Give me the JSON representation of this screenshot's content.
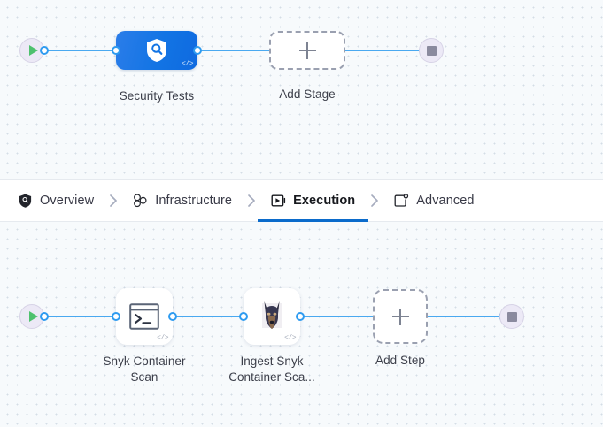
{
  "theme": {
    "canvas_bg": "#f7fafc",
    "dot_color": "#d4dde6",
    "connector_blue": "#4aa9f0",
    "port_blue": "#2e9bf0",
    "stage_blue": "#1274e4",
    "active_tab_underline": "#0b6bcb",
    "terminal_bg": "#ece9f6",
    "play_green": "#4ec16e",
    "stop_gray": "#8a8a9e",
    "dashed_border": "#9aa0b0"
  },
  "tabs": [
    {
      "label": "Overview",
      "icon": "shield-icon",
      "active": false
    },
    {
      "label": "Infrastructure",
      "icon": "nodes-cluster-icon",
      "active": false
    },
    {
      "label": "Execution",
      "icon": "run-play-box-icon",
      "active": true
    },
    {
      "label": "Advanced",
      "icon": "settings-box-icon",
      "active": false
    }
  ],
  "separator_icon": "chevron-right-icon",
  "stages_canvas": {
    "start_node": {
      "icon": "play-icon",
      "name": "pipeline-start"
    },
    "end_node": {
      "icon": "stop-icon",
      "name": "pipeline-end"
    },
    "nodes": [
      {
        "label": "Security Tests",
        "icon": "shield-search-icon",
        "badge": "</>",
        "type": "stage"
      },
      {
        "label": "Add Stage",
        "icon": "plus-icon",
        "type": "add"
      }
    ]
  },
  "steps_canvas": {
    "start_node": {
      "icon": "play-icon",
      "name": "execution-start"
    },
    "end_node": {
      "icon": "stop-icon",
      "name": "execution-end"
    },
    "nodes": [
      {
        "label_line1": "Snyk Container",
        "label_line2": "Scan",
        "icon": "terminal-icon",
        "badge": "</>",
        "type": "step"
      },
      {
        "label_line1": "Ingest Snyk",
        "label_line2": "Container Sca...",
        "icon": "snyk-doberman-icon",
        "badge": "</>",
        "type": "step"
      },
      {
        "label_line1": "Add Step",
        "label_line2": "",
        "icon": "plus-icon",
        "type": "add"
      }
    ]
  }
}
